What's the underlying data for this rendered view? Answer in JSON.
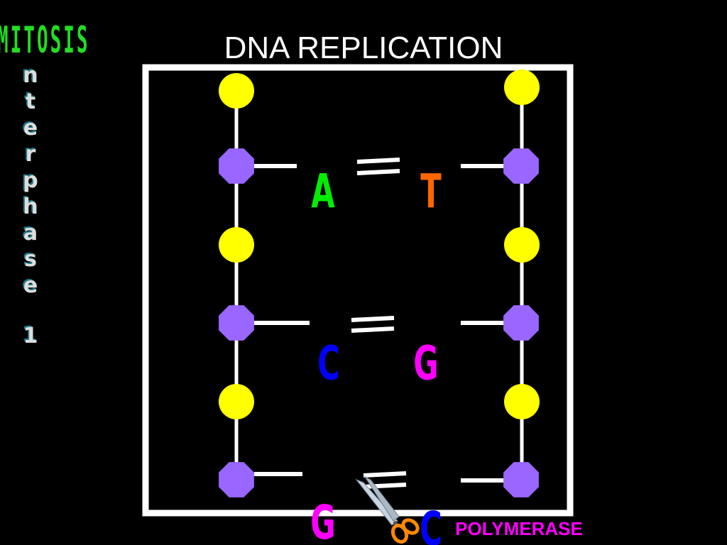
{
  "side_label": "MITOSIS",
  "vertical_label": [
    "n",
    "t",
    "e",
    "r",
    "p",
    "h",
    "a",
    "s",
    "e",
    "",
    "1"
  ],
  "title": "DNA REPLICATION",
  "base_pairs": [
    {
      "left": "A",
      "right": "T",
      "left_color": "#00ee00",
      "right_color": "#ff6600"
    },
    {
      "left": "C",
      "right": "G",
      "left_color": "#0000ff",
      "right_color": "#ff00ff"
    },
    {
      "left": "G",
      "right": "C",
      "left_color": "#ff00ff",
      "right_color": "#0000ff"
    }
  ],
  "enzyme_label": "POLYMERASE",
  "icons": [
    "scissors-icon"
  ],
  "colors": {
    "background": "#000000",
    "sugar": "#ffff00",
    "phosphate": "#9966ff",
    "frame": "#ffffff",
    "side_label": "#22dd22",
    "enzyme_label": "#ff00ff"
  }
}
